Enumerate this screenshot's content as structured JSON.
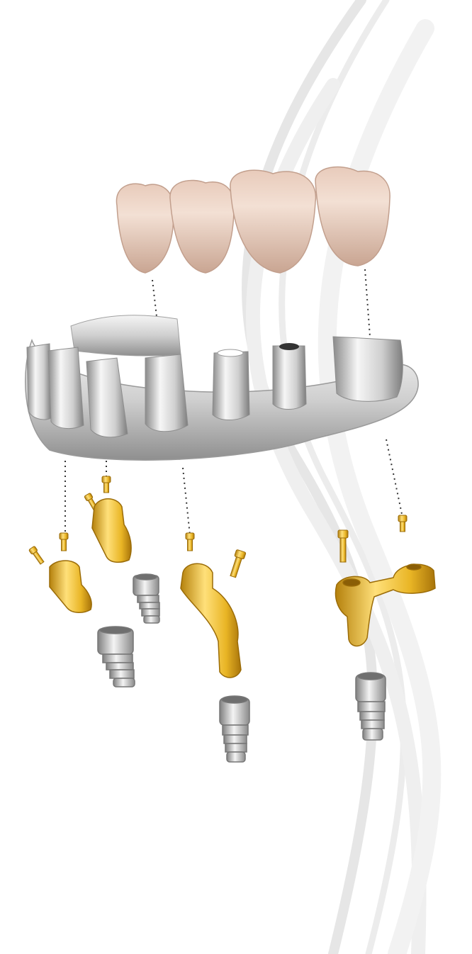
{
  "colors": {
    "background": "#ffffff",
    "ribbon": "#d9d9d9",
    "crown_light": "#f1dccf",
    "crown_mid": "#dcbba8",
    "crown_dark": "#b89583",
    "metal_light": "#f2f2f2",
    "metal_mid": "#c9c9c9",
    "metal_dark": "#8e8e8e",
    "gold_light": "#ffe07a",
    "gold_mid": "#e9b525",
    "gold_dark": "#b5810c",
    "titanium_light": "#f0f0f0",
    "titanium_dark": "#8d8d8d",
    "guide_line": "#333333"
  },
  "scene": {
    "crowns": [
      "crown",
      "crown",
      "crown",
      "crown"
    ],
    "framework": "milled-metal-bridge",
    "abutments": [
      "angled-abutment",
      "angled-abutment",
      "curved-abutment",
      "bar-abutment"
    ],
    "screws": [
      "screw",
      "screw",
      "screw",
      "screw",
      "screw",
      "screw",
      "screw"
    ],
    "implants": [
      "implant",
      "implant",
      "implant",
      "implant"
    ]
  }
}
